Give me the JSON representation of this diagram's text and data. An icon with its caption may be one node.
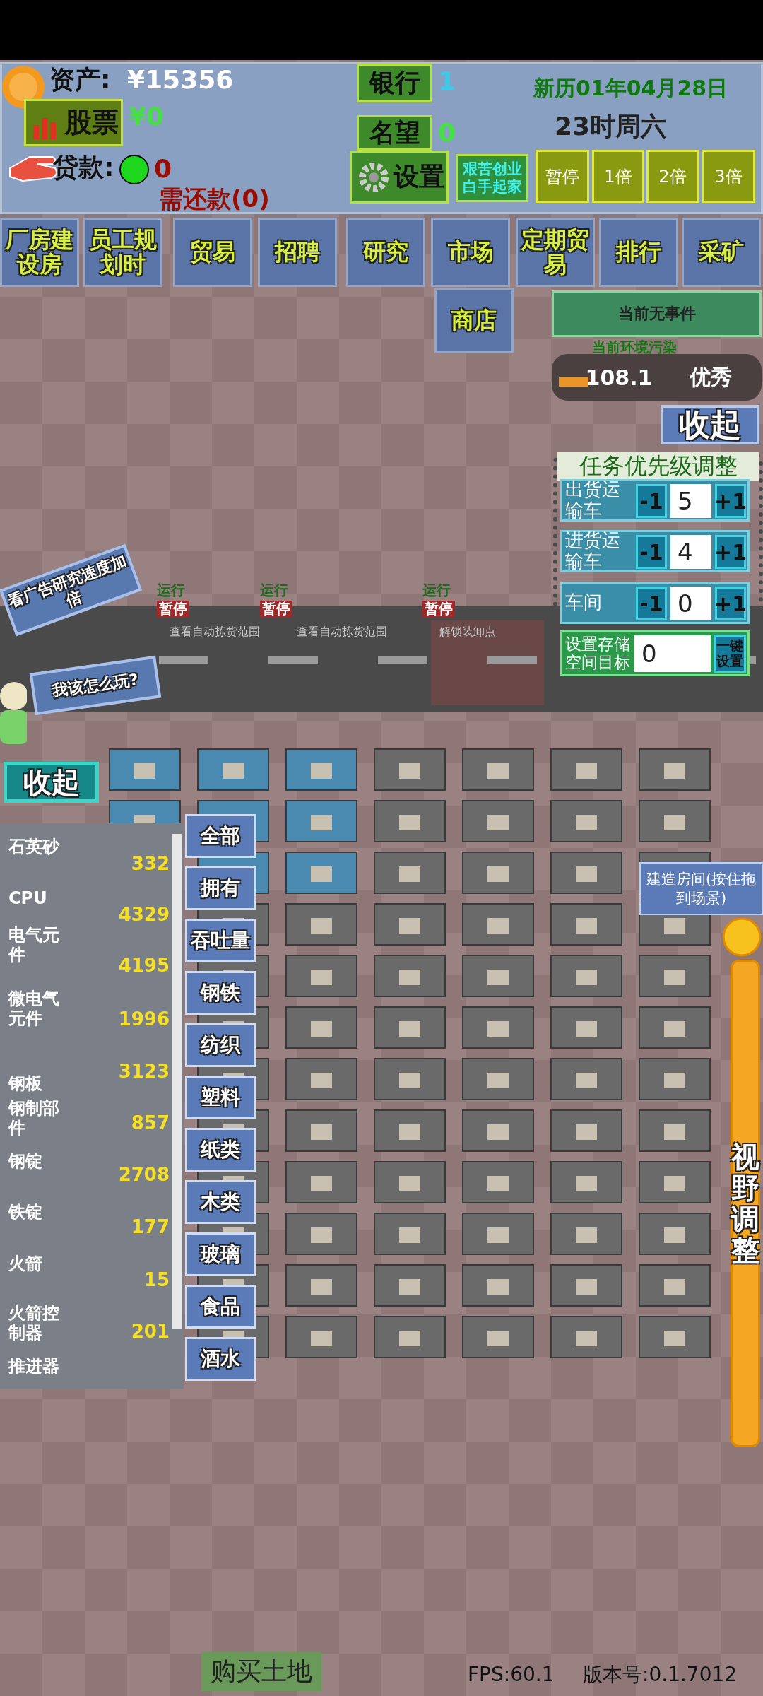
{
  "diagram": {
    "nodes": [
      {
        "text": [
          "股票"
        ],
        "beside": [
          "¥0"
        ]
      },
      {
        "text": [
          "银行"
        ],
        "beside": [
          "1"
        ]
      },
      {
        "text": [
          "名望"
        ],
        "beside": [
          "0"
        ]
      },
      {
        "text": [
          "设置"
        ]
      },
      {
        "text": [
          "艰苦创业白手起家"
        ]
      },
      {
        "text": [
          "暂停"
        ]
      },
      {
        "text": [
          "1倍"
        ]
      },
      {
        "text": [
          "2倍"
        ]
      },
      {
        "text": [
          "3倍"
        ]
      },
      {
        "text": [
          "厂房建设房"
        ]
      },
      {
        "text": [
          "员工规划时"
        ]
      },
      {
        "text": [
          "贸易"
        ]
      },
      {
        "text": [
          "招聘"
        ]
      },
      {
        "text": [
          "研究"
        ]
      },
      {
        "text": [
          "市场"
        ]
      },
      {
        "text": [
          "定期贸易"
        ]
      },
      {
        "text": [
          "排行"
        ]
      },
      {
        "text": [
          "采矿"
        ]
      },
      {
        "text": [
          "商店"
        ]
      },
      {
        "text": [
          "当前无事件"
        ]
      },
      {
        "text": [
          "108.1",
          "优秀"
        ]
      },
      {
        "text": [
          "收起"
        ]
      },
      {
        "text": [
          "任务优先级调整"
        ]
      },
      {
        "text": [
          "出货运输车"
        ],
        "in": 22
      },
      {
        "text": [
          "-1"
        ],
        "in": 23
      },
      {
        "text": [
          "5"
        ],
        "in": 23
      },
      {
        "text": [
          "+1"
        ],
        "in": 23
      },
      {
        "text": [
          "进货运输车"
        ],
        "in": 22
      },
      {
        "text": [
          "-1"
        ],
        "in": 27
      },
      {
        "text": [
          "4"
        ],
        "in": 27
      },
      {
        "text": [
          "+1"
        ],
        "in": 27
      },
      {
        "text": [
          "车间"
        ],
        "in": 22
      },
      {
        "text": [
          "-1"
        ],
        "in": 31
      },
      {
        "text": [
          "0"
        ],
        "in": 31
      },
      {
        "text": [
          "+1"
        ],
        "in": 31
      },
      {
        "text": [
          "设置存储空间目标"
        ],
        "in": 22
      },
      {
        "text": [
          "0"
        ],
        "in": 35
      },
      {
        "text": [
          "一键设置"
        ],
        "in": 35
      },
      {
        "text": [
          "看广告研究速度加倍"
        ]
      },
      {
        "text": [
          "我该怎么玩?"
        ]
      },
      {
        "text": [
          "收起"
        ]
      },
      {
        "text": [
          "全部"
        ]
      },
      {
        "text": [
          "拥有"
        ]
      },
      {
        "text": [
          "吞吐量"
        ]
      },
      {
        "text": [
          "钢铁"
        ]
      },
      {
        "text": [
          "纺织"
        ]
      },
      {
        "text": [
          "塑料"
        ]
      },
      {
        "text": [
          "纸类"
        ]
      },
      {
        "text": [
          "木类"
        ]
      },
      {
        "text": [
          "玻璃"
        ]
      },
      {
        "text": [
          "食品"
        ]
      },
      {
        "text": [
          "酒水"
        ]
      },
      {
        "text": [
          "建造房间(按住拖到场景)"
        ]
      },
      {
        "text": [
          "视野调整"
        ]
      },
      {
        "text": [
          "购买土地"
        ]
      }
    ],
    "labels": [
      "资产:",
      "¥15356",
      "贷款:",
      "0",
      "需还款(0)",
      "新历01年04月28日",
      "23时周六",
      "当前环境污染",
      "运行",
      "暂停",
      "运行",
      "暂停",
      "运行",
      "暂停",
      "查看自动拣货范围",
      "查看自动拣货范围",
      "解锁装卸点",
      "石英砂",
      "332",
      "CPU",
      "4329",
      "电气元件",
      "4195",
      "微电气元件",
      "1996",
      "钢板",
      "3123",
      "钢制部件",
      "857",
      "钢锭",
      "2708",
      "铁锭",
      "177",
      "火箭",
      "15",
      "火箭控制器",
      "201",
      "推进器",
      "FPS:60.1",
      "版本号:0.1.7012"
    ]
  }
}
